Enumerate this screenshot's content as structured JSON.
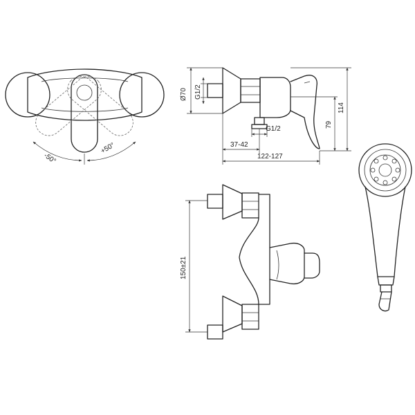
{
  "labels": {
    "angle_left": "-50°",
    "angle_right": "+50°",
    "diameter": "Ø70",
    "thread_top": "G1/2",
    "thread_bottom": "G1/2",
    "height_total": "114",
    "height_partial": "79",
    "width_inlet": "37-42",
    "width_total": "122-127",
    "spacing": "150±21"
  },
  "colors": {
    "line": "#222222",
    "background": "#ffffff"
  }
}
